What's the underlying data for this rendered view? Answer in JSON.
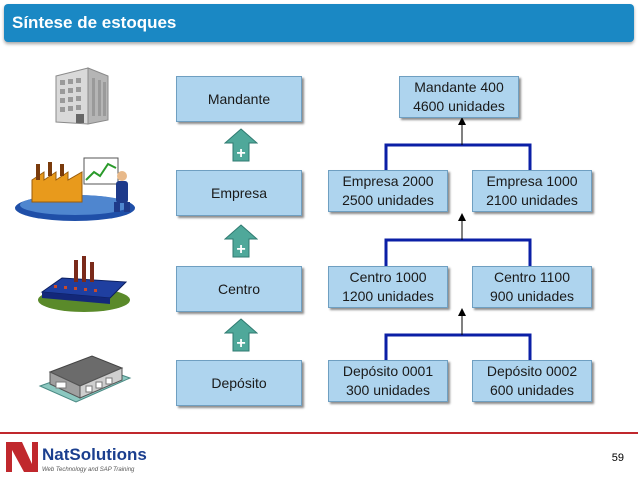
{
  "header": {
    "title": "Síntese de estoques"
  },
  "levels": [
    {
      "label": "Mandante",
      "icon": "building-icon"
    },
    {
      "label": "Empresa",
      "icon": "factory-worker-icon"
    },
    {
      "label": "Centro",
      "icon": "plant-icon"
    },
    {
      "label": "Depósito",
      "icon": "warehouse-icon"
    }
  ],
  "plus_symbol": "+",
  "tree": {
    "mandante": {
      "line1": "Mandante 400",
      "line2": "4600 unidades"
    },
    "empresas": [
      {
        "line1": "Empresa 2000",
        "line2": "2500 unidades"
      },
      {
        "line1": "Empresa 1000",
        "line2": "2100 unidades"
      }
    ],
    "centros": [
      {
        "line1": "Centro 1000",
        "line2": "1200 unidades"
      },
      {
        "line1": "Centro 1100",
        "line2": "900 unidades"
      }
    ],
    "depositos": [
      {
        "line1": "Depósito 0001",
        "line2": "300 unidades"
      },
      {
        "line1": "Depósito 0002",
        "line2": "600 unidades"
      }
    ]
  },
  "footer": {
    "logo_text": "NatSolutions",
    "logo_tagline": "Web Technology and SAP Training",
    "page_number": "59"
  },
  "colors": {
    "accent": "#1a88c4",
    "box_fill": "#aed4ee",
    "connector": "#0b1fa6",
    "arrow": "#4fa89a",
    "footer_line": "#c0282d"
  }
}
